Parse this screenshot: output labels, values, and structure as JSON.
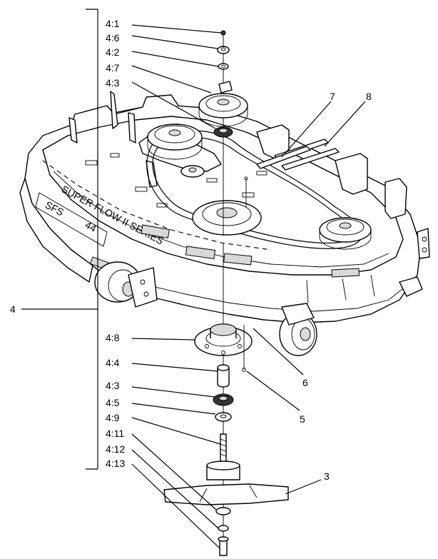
{
  "callouts": {
    "c4_1": "4:1",
    "c4_6": "4:6",
    "c4_2": "4:2",
    "c4_7": "4:7",
    "c4_3_top": "4:3",
    "c7": "7",
    "c8": "8",
    "c4": "4",
    "c4_8": "4:8",
    "c4_4": "4:4",
    "c4_3_bottom": "4:3",
    "c4_5": "4:5",
    "c4_9": "4:9",
    "c4_11": "4:11",
    "c4_12": "4:12",
    "c4_13": "4:13",
    "c6": "6",
    "c5": "5",
    "c3": "3"
  },
  "deck_decal": {
    "model": "SFS",
    "size": "44",
    "brand": "SUPER FLOW II SERIES"
  }
}
